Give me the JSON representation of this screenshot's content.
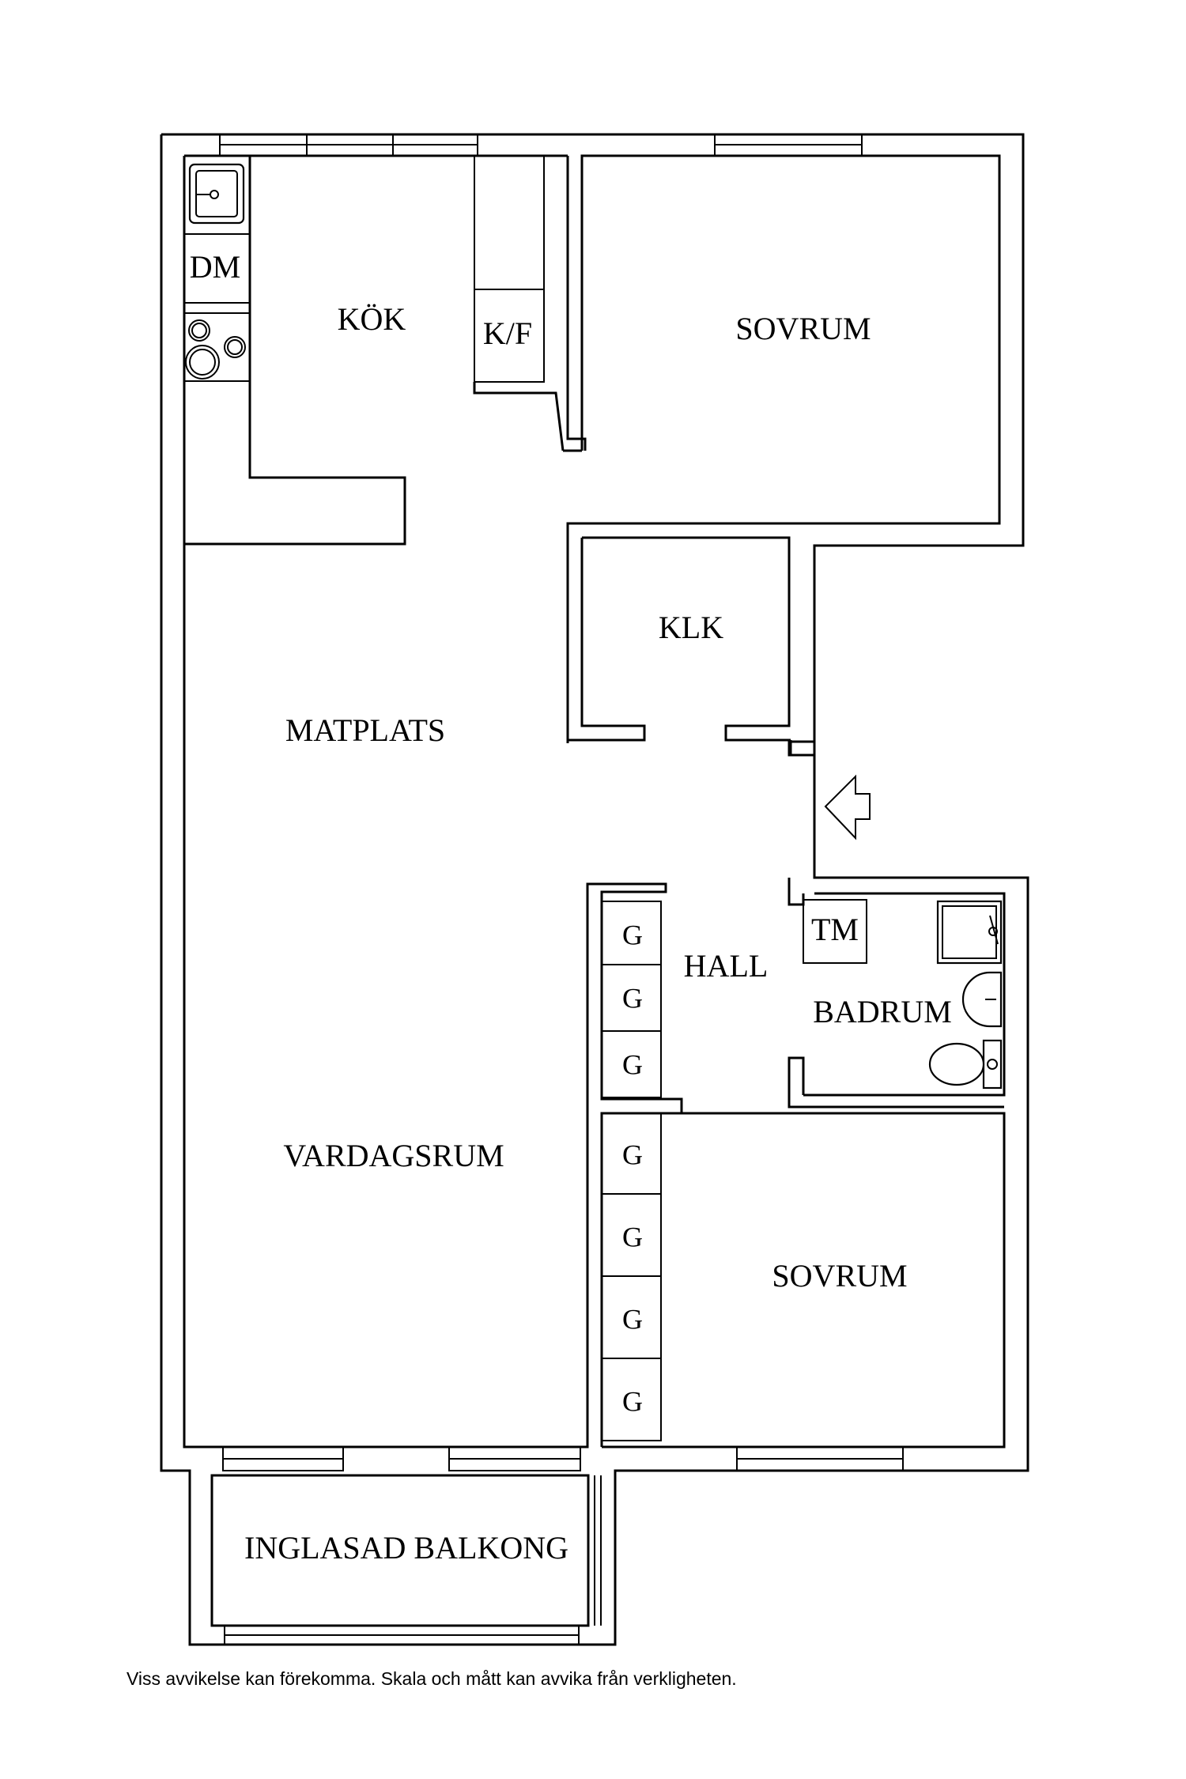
{
  "rooms": {
    "kok": "KÖK",
    "sovrum_1": "SOVRUM",
    "klk": "KLK",
    "matplats": "MATPLATS",
    "hall": "HALL",
    "badrum": "BADRUM",
    "vardagsrum": "VARDAGSRUM",
    "sovrum_2": "SOVRUM",
    "balkong": "INGLASAD BALKONG"
  },
  "fixtures": {
    "dm": "DM",
    "kf": "K/F",
    "tm": "TM",
    "wardrobe": "G"
  },
  "footer": {
    "disclaimer": "Viss avvikelse kan förekomma. Skala och mått kan avvika från verkligheten."
  }
}
